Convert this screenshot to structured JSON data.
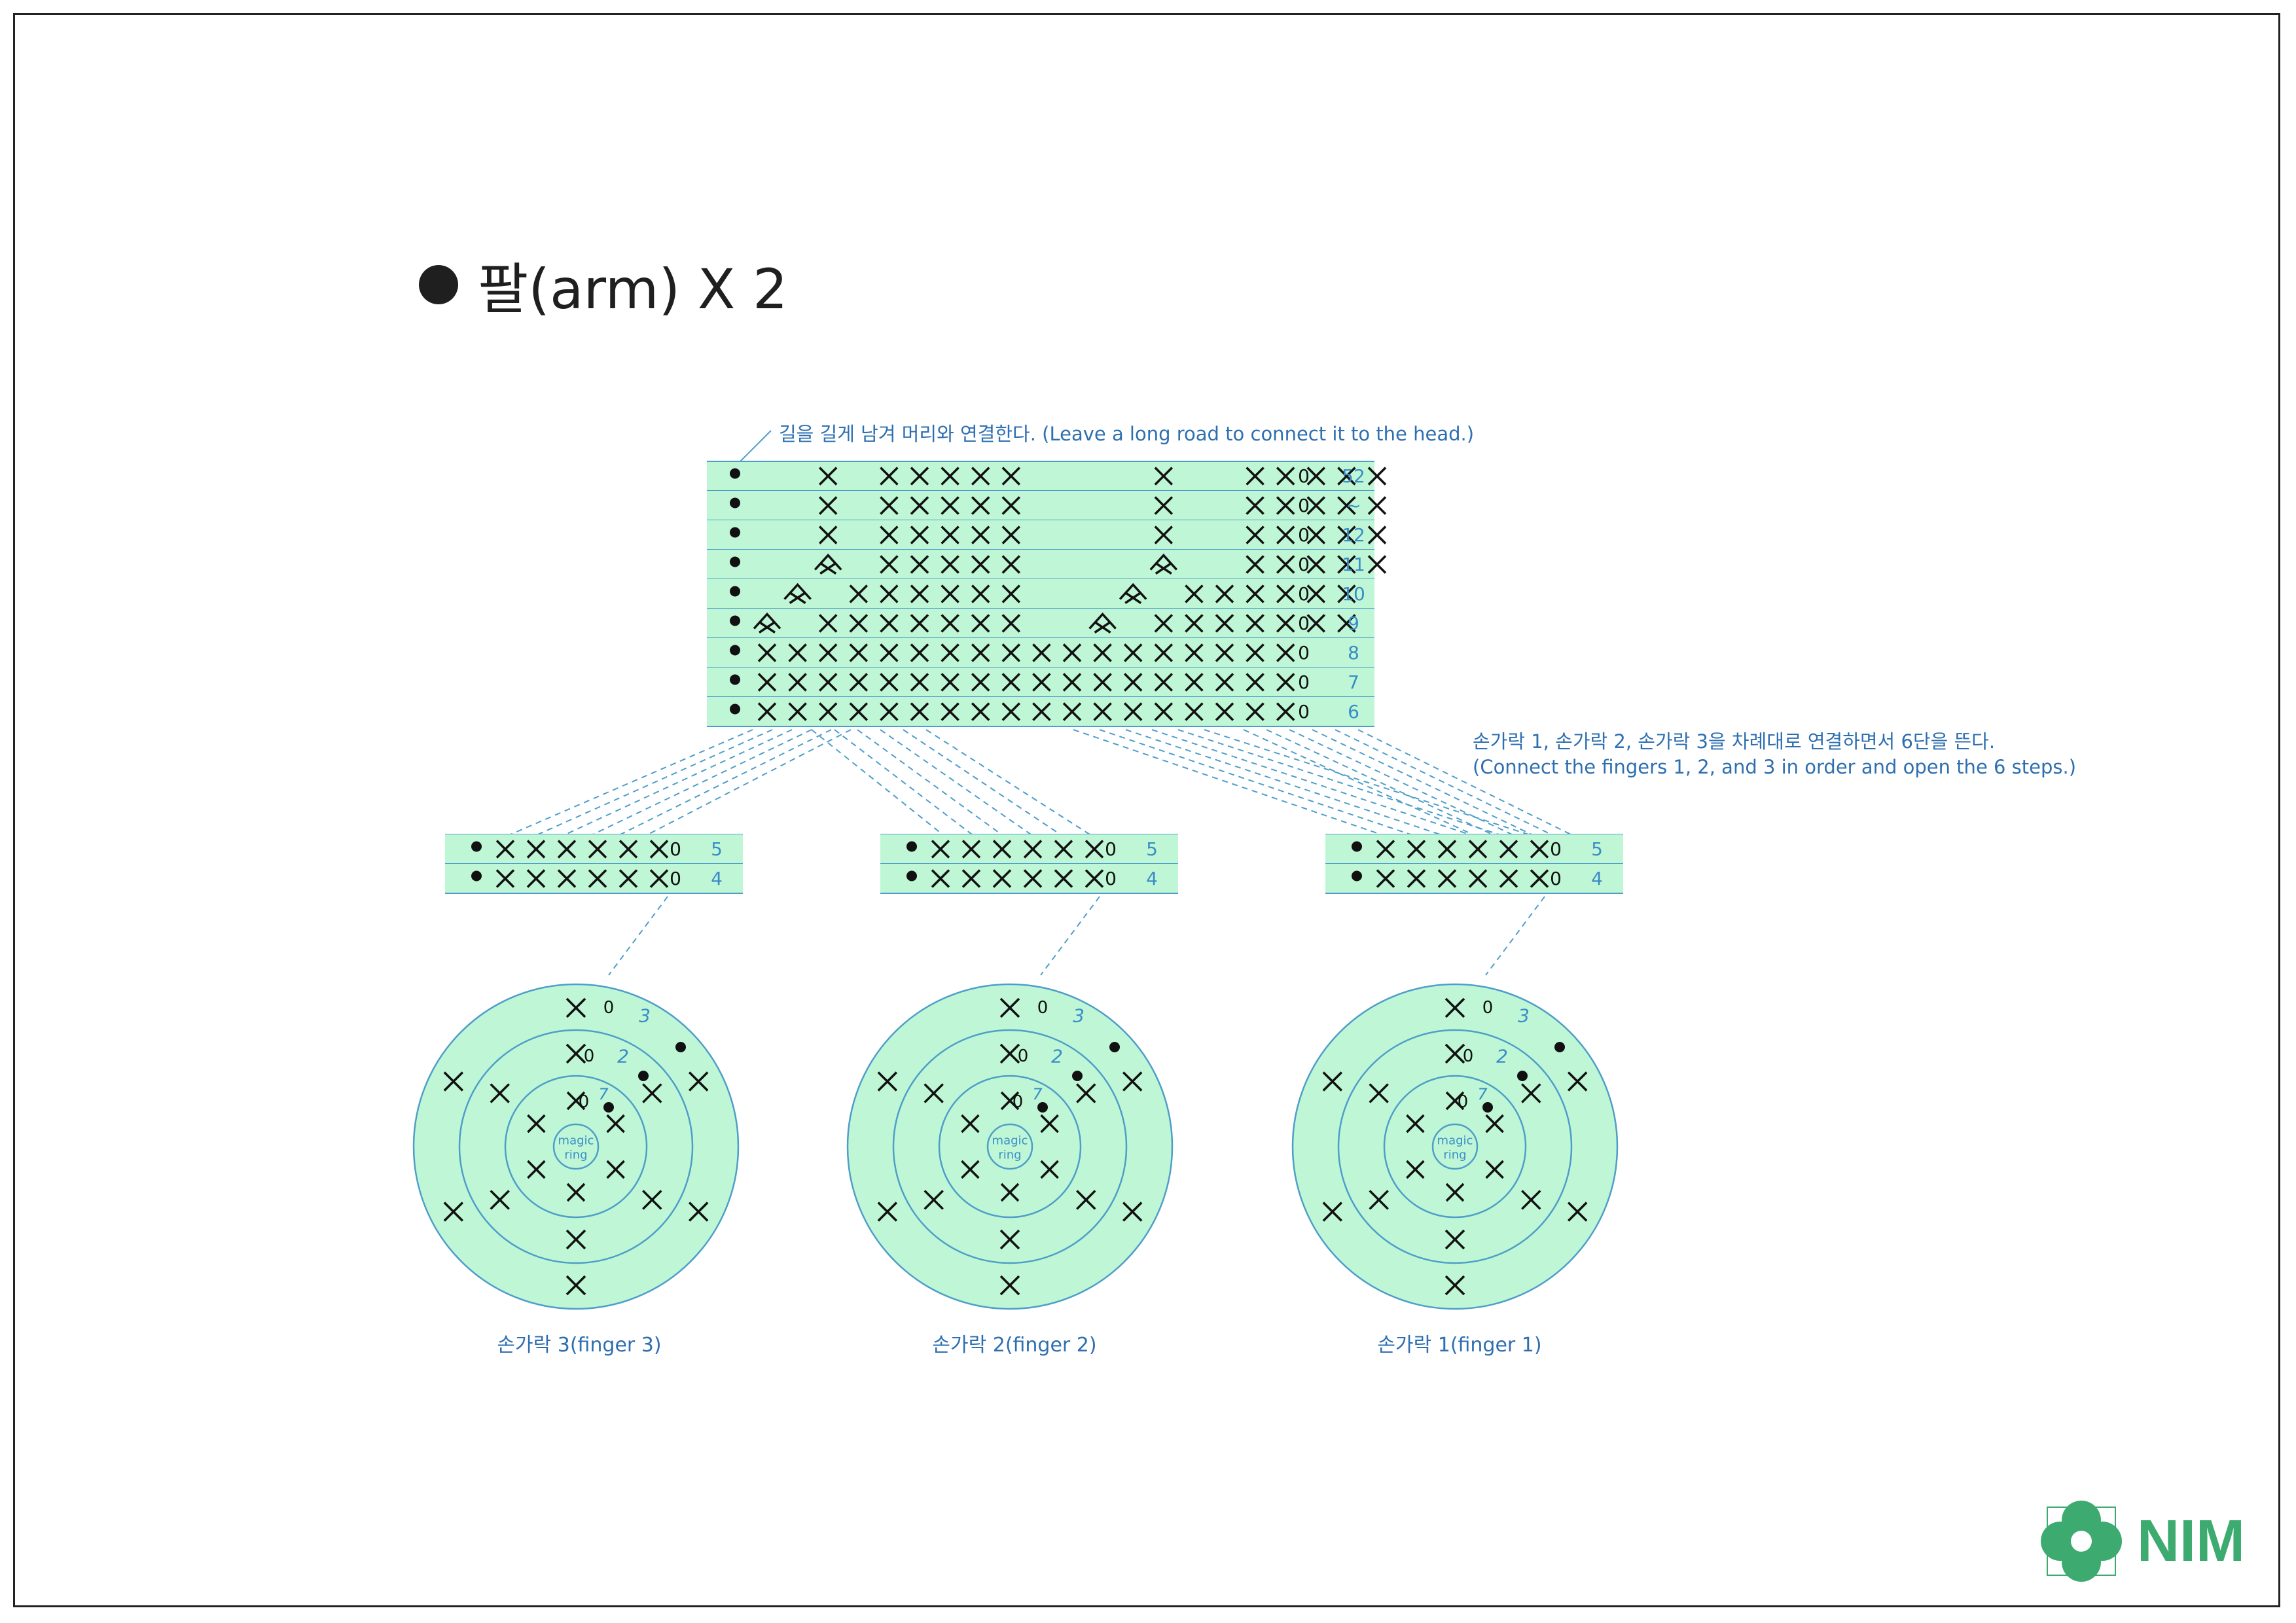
{
  "page": {
    "title": "팔(arm) X 2",
    "note_top": "길을 길게 남겨 머리와 연결한다. (Leave a long road to connect it to the head.)",
    "note_right_line1": "손가락 1, 손가락 2, 손가락 3을 차례대로 연결하면서 6단을 뜬다.",
    "note_right_line2": "(Connect the fingers 1, 2, and 3 in order and open the 6 steps.)",
    "logo_text": "NIM"
  },
  "colors": {
    "fill": "#bff7d6",
    "line": "#4e9ec9",
    "label": "#3a8cc8",
    "ink": "#111111",
    "logo": "#3dab6f"
  },
  "symbols": {
    "chain_label": "0",
    "ring_label_line1": "magic",
    "ring_label_line2": "ring"
  },
  "arm_chart": {
    "rows": [
      {
        "label": "52",
        "pattern": "..x.xxxxx....x..xxxxx"
      },
      {
        "label": "~",
        "pattern": "..x.xxxxx....x..xxxxx"
      },
      {
        "label": "12",
        "pattern": "..x.xxxxx....x..xxxxx"
      },
      {
        "label": "11",
        "pattern": "..V.xxxxx....V..xxxxx"
      },
      {
        "label": "10",
        "pattern": ".V.xxxxxx...V.xxxxxx"
      },
      {
        "label": "9",
        "pattern": "V.xxxxxxx..V.xxxxxxx"
      },
      {
        "label": "8",
        "pattern": "xxxxxxxxxxxxxxxxxx"
      },
      {
        "label": "7",
        "pattern": "xxxxxxxxxxxxxxxxxx"
      },
      {
        "label": "6",
        "pattern": "xxxxxxxxxxxxxxxxxx"
      }
    ]
  },
  "fingers": [
    {
      "caption": "손가락 3(finger 3)",
      "rows": [
        {
          "label": "5",
          "count": 6
        },
        {
          "label": "4",
          "count": 6
        }
      ],
      "round_labels": [
        "7",
        "2",
        "3"
      ]
    },
    {
      "caption": "손가락 2(finger 2)",
      "rows": [
        {
          "label": "5",
          "count": 6
        },
        {
          "label": "4",
          "count": 6
        }
      ],
      "round_labels": [
        "7",
        "2",
        "3"
      ]
    },
    {
      "caption": "손가락 1(finger 1)",
      "rows": [
        {
          "label": "5",
          "count": 6
        },
        {
          "label": "4",
          "count": 6
        }
      ],
      "round_labels": [
        "7",
        "2",
        "3"
      ]
    }
  ]
}
